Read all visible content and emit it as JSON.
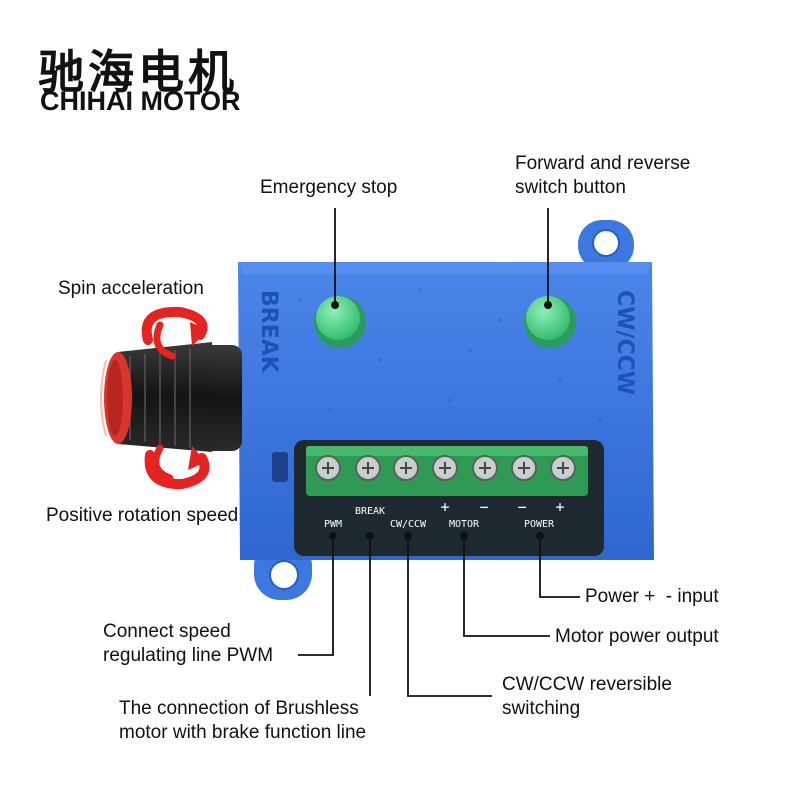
{
  "brand": {
    "name_cn": "驰海电机",
    "name_en": "CHIHAI MOTOR"
  },
  "callouts": {
    "emergency_stop": "Emergency stop",
    "forward_reverse": [
      "Forward and reverse",
      "switch button"
    ],
    "spin_acceleration": "Spin acceleration",
    "positive_rotation": "Positive rotation speed",
    "pwm_line": [
      "Connect speed",
      "regulating line PWM"
    ],
    "brake_line": [
      "The connection of Brushless",
      "motor with brake function line"
    ],
    "cw_ccw_switching": [
      "CW/CCW reversible",
      "switching"
    ],
    "motor_output": "Motor power output",
    "power_input": "Power +  - input"
  },
  "device": {
    "side_left": "BREAK",
    "side_right": "CW/CCW",
    "terminals": {
      "pwm": "PWM",
      "break": "BREAK",
      "cw_ccw": "CW/CCW",
      "motor": "MOTOR",
      "motor_plus": "+",
      "motor_minus": "−",
      "power_minus": "−",
      "power_plus": "+",
      "power": "POWER"
    }
  },
  "colors": {
    "case_blue": "#3d78e0",
    "case_dark": "#2a5cc4",
    "terminal_green": "#2f9a55",
    "pcb_dark": "#1f2a30",
    "button_green": "#52d68f",
    "knob_red": "#d8362d",
    "arrow_red": "#e52422"
  }
}
